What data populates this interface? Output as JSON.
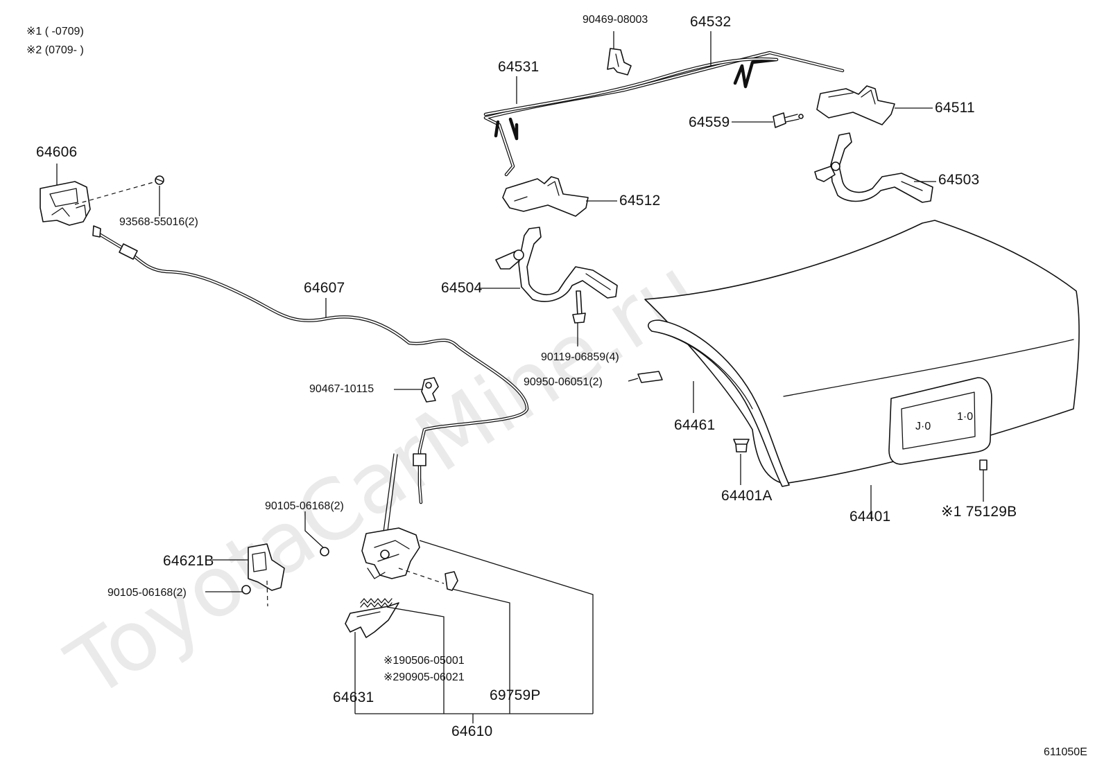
{
  "notes": {
    "note1": "※1 (       -0709)",
    "note2": "※2 (0709-       )"
  },
  "watermark": "ToyotaCarMine.ru",
  "figure_id": "611050E",
  "part_labels": {
    "p90469_08003": "90469-08003",
    "p64532": "64532",
    "p64531": "64531",
    "p64511": "64511",
    "p64559": "64559",
    "p64503": "64503",
    "p64512": "64512",
    "p64606": "64606",
    "p93568_55016": "93568-55016(2)",
    "p64607": "64607",
    "p64504": "64504",
    "p90119_06859": "90119-06859(4)",
    "p90950_06051": "90950-06051(2)",
    "p90467_10115": "90467-10115",
    "p64461": "64461",
    "p64401A": "64401A",
    "p64401": "64401",
    "p75129B": "※1 75129B",
    "p90105_06168_a": "90105-06168(2)",
    "p64621B": "64621B",
    "p90105_06168_b": "90105-06168(2)",
    "p90506_05001": "※190506-05001",
    "p90905_06021": "※290905-06021",
    "p64631": "64631",
    "p69759P": "69759P",
    "p64610": "64610"
  }
}
